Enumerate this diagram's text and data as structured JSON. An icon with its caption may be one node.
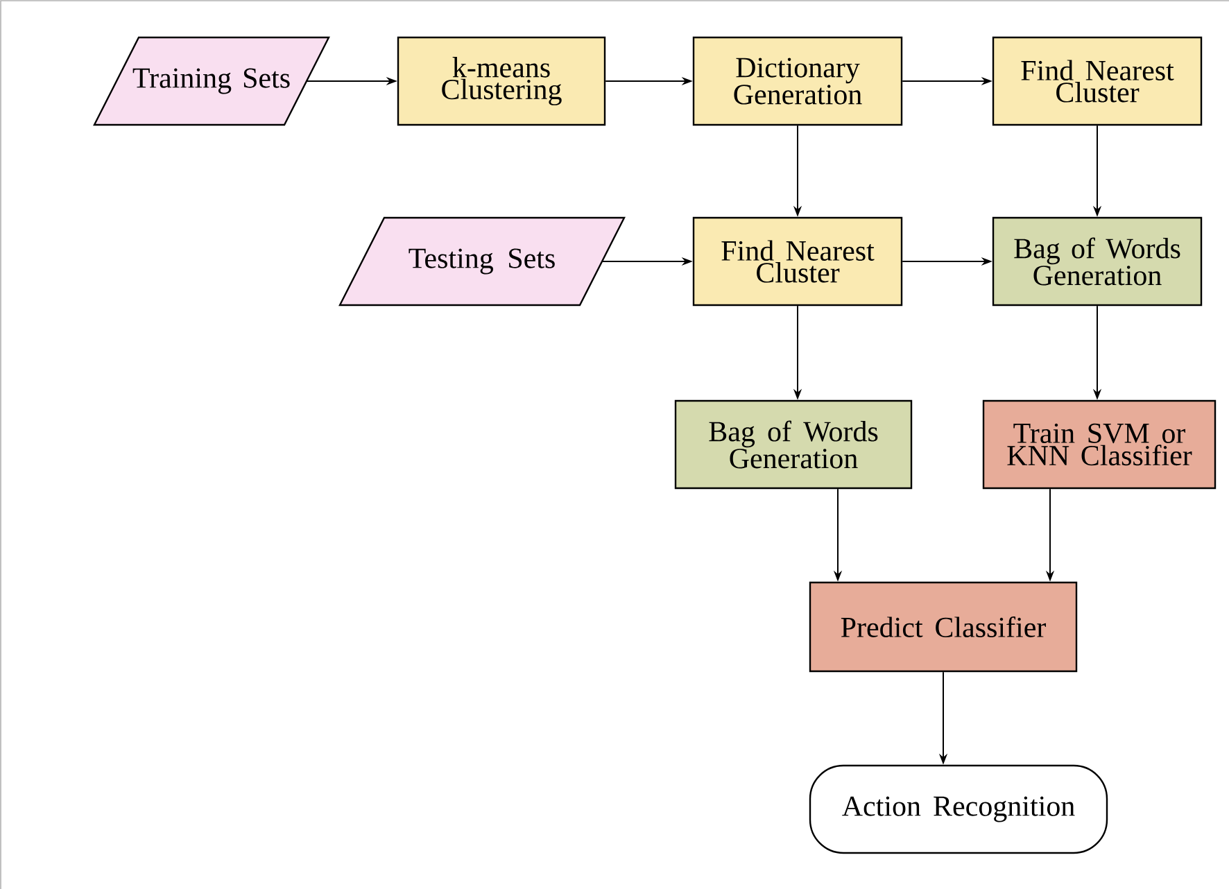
{
  "diagram": {
    "nodes": [
      {
        "text": [
          "Training Sets"
        ]
      },
      {
        "text": [
          "k-means Clustering"
        ]
      },
      {
        "text": [
          "Dictionary Generation"
        ]
      },
      {
        "text": [
          "Find Nearest Cluster"
        ]
      },
      {
        "text": [
          "Testing Sets"
        ]
      },
      {
        "text": [
          "Find Nearest Cluster"
        ]
      },
      {
        "text": [
          "Bag of Words Generation"
        ]
      },
      {
        "text": [
          "Bag of Words Generation"
        ]
      },
      {
        "text": [
          "Train SVM or KNN Classifier"
        ]
      },
      {
        "text": [
          "Predict Classifier"
        ]
      },
      {
        "text": [
          "Action Recognition"
        ]
      }
    ],
    "edges": [
      {
        "from": 0,
        "to": 1,
        "arrow": "to"
      },
      {
        "from": 1,
        "to": 2,
        "arrow": "to"
      },
      {
        "from": 2,
        "to": 3,
        "arrow": "to"
      },
      {
        "from": 2,
        "to": 5,
        "arrow": "to"
      },
      {
        "from": 3,
        "to": 6,
        "arrow": "to"
      },
      {
        "from": 4,
        "to": 5,
        "arrow": "to"
      },
      {
        "from": 5,
        "to": 6,
        "arrow": "to"
      },
      {
        "from": 5,
        "to": 7,
        "arrow": "to"
      },
      {
        "from": 6,
        "to": 8,
        "arrow": "to"
      },
      {
        "from": 7,
        "to": 9,
        "arrow": "to"
      },
      {
        "from": 8,
        "to": 9,
        "arrow": "to"
      },
      {
        "from": 9,
        "to": 10,
        "arrow": "to"
      }
    ]
  }
}
